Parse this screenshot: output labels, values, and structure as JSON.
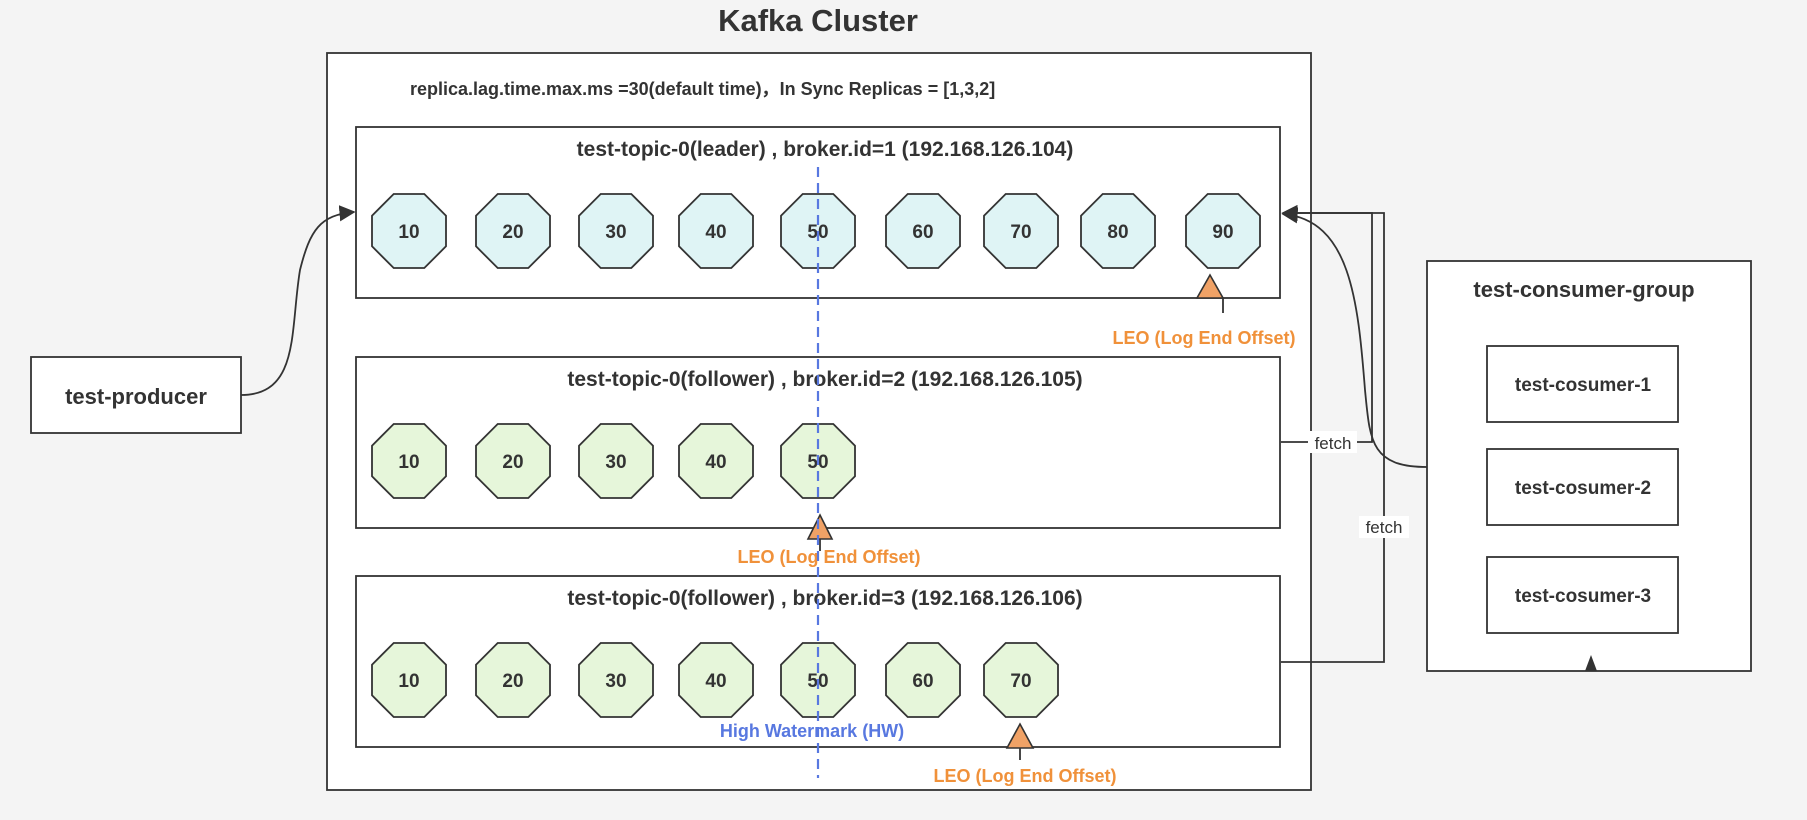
{
  "title": "Kafka Cluster",
  "cluster": {
    "config_text": "replica.lag.time.max.ms =30(default time)，In Sync Replicas = [1,3,2]"
  },
  "partitions": [
    {
      "id": "leader",
      "label": "test-topic-0(leader) , broker.id=1 (192.168.126.104)",
      "offsets": [
        "10",
        "20",
        "30",
        "40",
        "50",
        "60",
        "70",
        "80",
        "90"
      ],
      "leo_label": "LEO (Log End Offset)",
      "color": "#dff4f5"
    },
    {
      "id": "follower-2",
      "label": "test-topic-0(follower) , broker.id=2 (192.168.126.105)",
      "offsets": [
        "10",
        "20",
        "30",
        "40",
        "50"
      ],
      "leo_label": "LEO (Log End Offset)",
      "color": "#e6f6da"
    },
    {
      "id": "follower-3",
      "label": "test-topic-0(follower) , broker.id=3 (192.168.126.106)",
      "offsets": [
        "10",
        "20",
        "30",
        "40",
        "50",
        "60",
        "70"
      ],
      "leo_label": "LEO (Log End Offset)",
      "color": "#e6f6da"
    }
  ],
  "high_watermark_label": "High Watermark  (HW)",
  "producer": {
    "label": "test-producer"
  },
  "consumer_group": {
    "title": "test-consumer-group",
    "consumers": [
      "test-cosumer-1",
      "test-cosumer-2",
      "test-cosumer-3"
    ]
  },
  "fetch_labels": [
    "fetch",
    "fetch"
  ],
  "colors": {
    "leader_fill": "#dff4f5",
    "follower_fill": "#e6f6da",
    "leo_orange": "#f0913a",
    "hw_blue": "#5878e0",
    "stroke": "#333333"
  },
  "icons": [
    "octagon-offset-icon",
    "leo-triangle-icon",
    "arrowhead-icon"
  ]
}
